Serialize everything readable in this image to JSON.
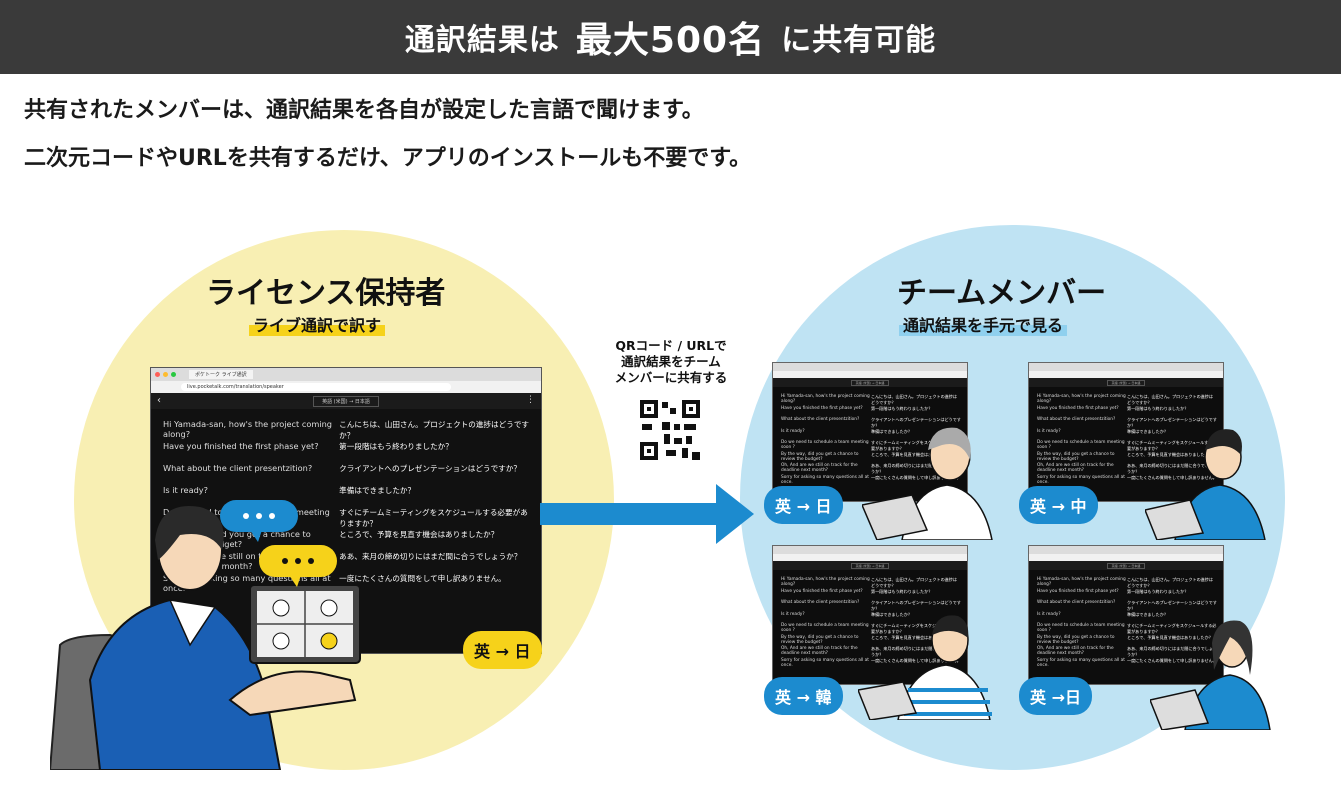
{
  "banner": {
    "part1": "通訳結果は",
    "part2": "最大500名",
    "part3": "に共有可能"
  },
  "lead": {
    "line1": "共有されたメンバーは、通訳結果を各自が設定した言語で聞けます。",
    "line2": "二次元コードやURLを共有するだけ、アプリのインストールも不要です。"
  },
  "license_holder": {
    "title": "ライセンス保持者",
    "subtitle": "ライブ通訳で訳す"
  },
  "team_member": {
    "title": "チームメンバー",
    "subtitle": "通訳結果を手元で見る"
  },
  "share": {
    "line1": "QRコード / URLで",
    "line2": "通訳結果をチーム",
    "line3": "メンバーに共有する"
  },
  "browser": {
    "tab_title": "ポケトーク ライブ通訳",
    "url": "live.pocketalk.com/translation/speaker",
    "lang_pair": "英語 (米国) → 日本語",
    "rows": [
      {
        "en": "Hi Yamada-san, how's the project coming along?",
        "ja": "こんにちは、山田さん。プロジェクトの進捗はどうですか？"
      },
      {
        "en": "Have you finished the first phase yet?",
        "ja": "第一段階はもう終わりましたか？"
      },
      {
        "en": "What about the client presentzition?",
        "ja": "クライアントへのプレゼンテーションはどうですか？"
      },
      {
        "en": "Is it ready?",
        "ja": "準備はできましたか？"
      },
      {
        "en": "Do we need to schedule a team meeting soon ?",
        "ja": "すぐにチームミーティングをスケジュールする必要がありますか？"
      },
      {
        "en": "By the way, did you get a chance to review the budget?",
        "ja": "ところで、予算を見直す機会はありましたか？"
      },
      {
        "en": "Oh, And are we still on track for the deadline next month?",
        "ja": "ああ、来月の締め切りにはまだ間に合うでしょうか？"
      },
      {
        "en": "Sorry for asking so many questions all at once.",
        "ja": "一度にたくさんの質問をして申し訳ありません。"
      }
    ]
  },
  "badges": {
    "main": "英 → 日",
    "tl": "英 → 日",
    "tr": "英 → 中",
    "bl": "英 → 韓",
    "br": "英 →日"
  },
  "colors": {
    "banner": "#3a3a3a",
    "yellow": "#f6d21a",
    "blue": "#1c8bcf",
    "circle_left": "#f8efb3",
    "circle_right": "#bfe3f3"
  }
}
